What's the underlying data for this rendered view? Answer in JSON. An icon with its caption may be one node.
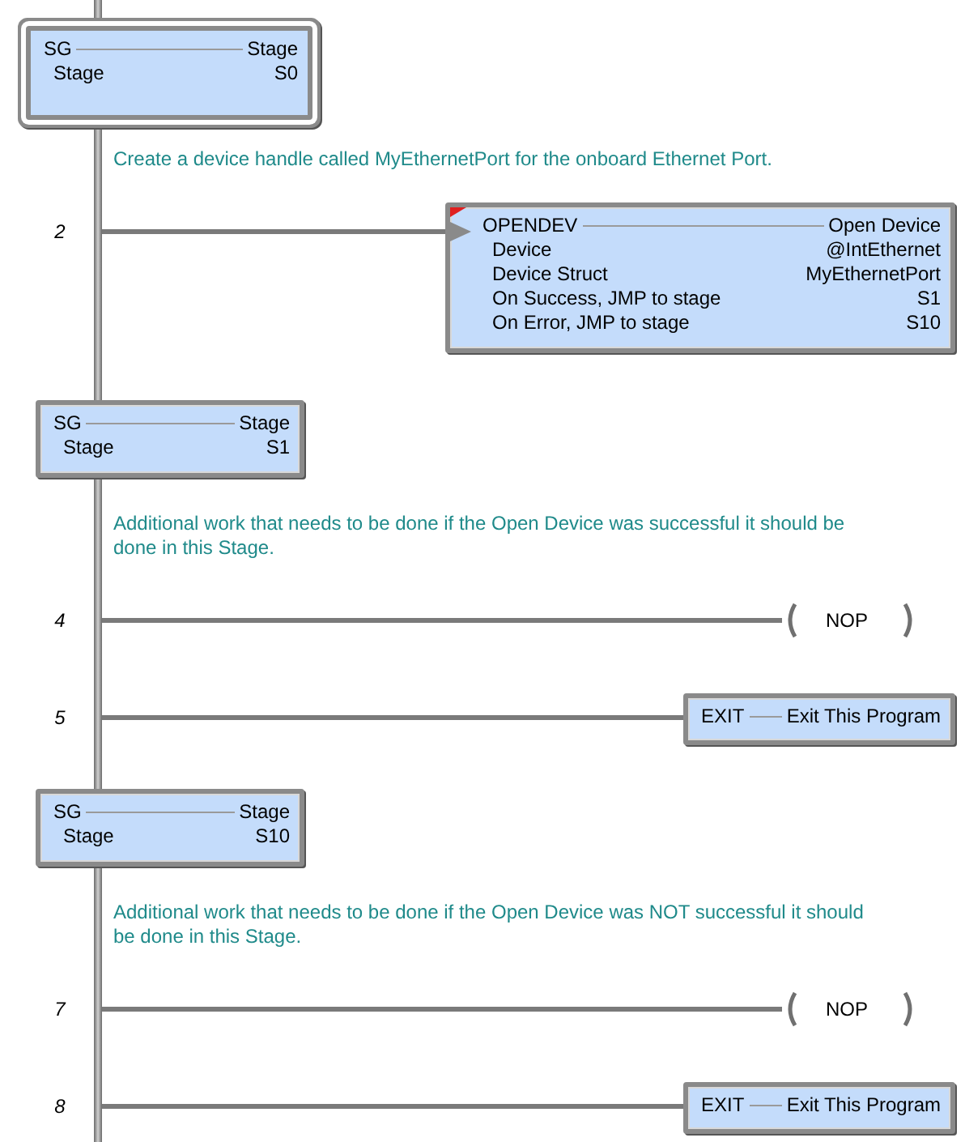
{
  "diagram": {
    "nodes": [
      {
        "text": [],
        "shape": "bar"
      },
      {
        "text": [
          "SG",
          "Stage",
          "Stage",
          "S0"
        ]
      },
      {
        "text": [
          "OPENDEV",
          "Open Device",
          "Device",
          "@IntEthernet",
          "Device Struct",
          "MyEthernetPort",
          "On Success, JMP to stage",
          "S1",
          "On Error, JMP to stage",
          "S10"
        ]
      },
      {
        "text": [
          "SG",
          "Stage",
          "Stage",
          "S1"
        ]
      },
      {
        "text": [
          "NOP"
        ]
      },
      {
        "text": [
          "EXIT",
          "Exit This Program"
        ]
      },
      {
        "text": [
          "SG",
          "Stage",
          "Stage",
          "S10"
        ]
      },
      {
        "text": [
          "NOP"
        ]
      },
      {
        "text": [
          "EXIT",
          "Exit This Program"
        ]
      }
    ],
    "edges": [
      {
        "from": 0,
        "to": 2,
        "arrow": "none"
      },
      {
        "from": 0,
        "to": 4,
        "arrow": "none"
      },
      {
        "from": 0,
        "to": 5,
        "arrow": "none"
      },
      {
        "from": 0,
        "to": 7,
        "arrow": "none"
      },
      {
        "from": 0,
        "to": 8,
        "arrow": "none"
      }
    ],
    "labels": [
      "Create a device handle called MyEthernetPort for the onboard Ethernet Port.",
      "2",
      "Additional work that needs to be done if the Open Device was successful it should be done in this Stage.",
      "4",
      "5",
      "Additional work that needs to be done if the Open Device was NOT successful it should be done in this Stage.",
      "7",
      "8"
    ]
  }
}
